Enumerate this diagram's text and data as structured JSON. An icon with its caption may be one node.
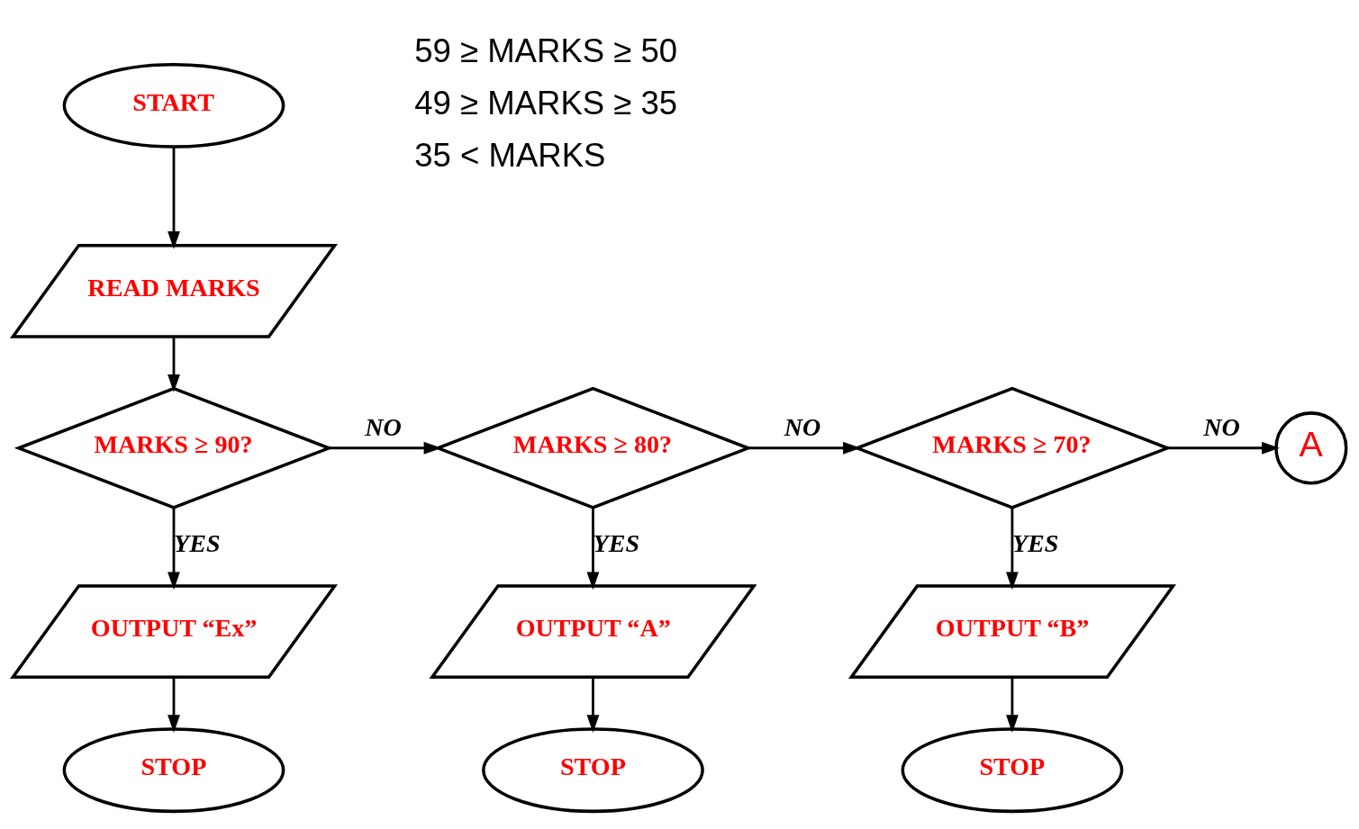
{
  "diagram": {
    "nodes": [
      {
        "text": [
          "START"
        ]
      },
      {
        "text": [
          "READ MARKS"
        ]
      },
      {
        "text": [
          "MARKS ≥ 90?"
        ]
      },
      {
        "text": [
          "MARKS ≥ 80?"
        ]
      },
      {
        "text": [
          "MARKS ≥ 70?"
        ]
      },
      {
        "text": [
          "A"
        ]
      },
      {
        "text": [
          "OUTPUT “Ex”"
        ]
      },
      {
        "text": [
          "OUTPUT “A”"
        ]
      },
      {
        "text": [
          "OUTPUT “B”"
        ]
      },
      {
        "text": [
          "STOP"
        ]
      },
      {
        "text": [
          "STOP"
        ]
      },
      {
        "text": [
          "STOP"
        ]
      }
    ],
    "edges": [
      {
        "from": 0,
        "to": 1,
        "arrow": "to"
      },
      {
        "from": 1,
        "to": 2,
        "arrow": "to"
      },
      {
        "from": 2,
        "to": 3,
        "arrow": "to",
        "label": "NO"
      },
      {
        "from": 3,
        "to": 4,
        "arrow": "to",
        "label": "NO"
      },
      {
        "from": 4,
        "to": 5,
        "arrow": "to",
        "label": "NO"
      },
      {
        "from": 2,
        "to": 6,
        "arrow": "to",
        "label": "YES"
      },
      {
        "from": 3,
        "to": 7,
        "arrow": "to",
        "label": "YES"
      },
      {
        "from": 4,
        "to": 8,
        "arrow": "to",
        "label": "YES"
      },
      {
        "from": 6,
        "to": 9,
        "arrow": "to"
      },
      {
        "from": 7,
        "to": 10,
        "arrow": "to"
      },
      {
        "from": 8,
        "to": 11,
        "arrow": "to"
      }
    ],
    "labels": [
      "59 ≥ MARKS ≥ 50",
      "49 ≥ MARKS ≥ 35",
      "35 < MARKS"
    ]
  }
}
